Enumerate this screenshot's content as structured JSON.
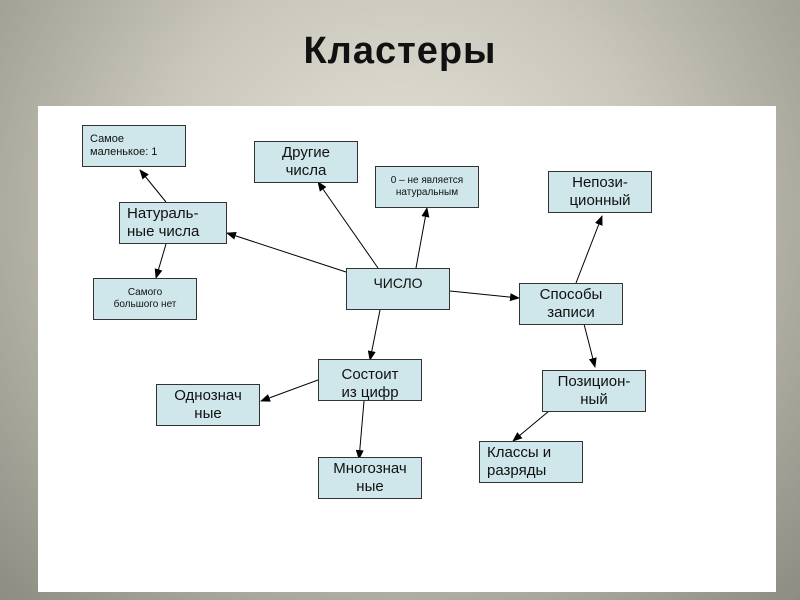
{
  "title": "Кластеры",
  "nodes": {
    "smallest": "Самое\nмаленькое: 1",
    "others": "Другие\nчисла",
    "zero": "0 – не является\nнатуральным",
    "non_positional": "Непози-\nционный",
    "natural": "Натураль-\nные числа",
    "no_largest": "Самого\nбольшого нет",
    "number": "ЧИСЛО",
    "notation": "Способы\nзаписи",
    "digits": "Состоит\nиз цифр",
    "positional": "Позицион-\nный",
    "single_digit": "Однознач\nные",
    "classes": "Классы и\nразряды",
    "multi_digit": "Многознач\nные"
  }
}
